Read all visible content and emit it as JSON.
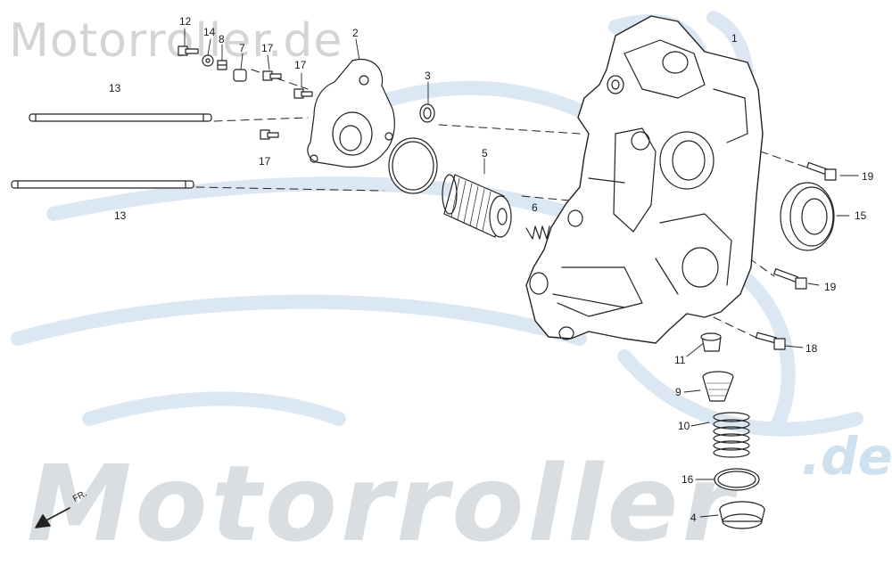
{
  "watermark": {
    "top_text": "Motorroller.de",
    "bottom_text": "Motorroller",
    "bottom_suffix": ".de"
  },
  "callouts": [
    {
      "id": "1",
      "text": "1"
    },
    {
      "id": "2",
      "text": "2"
    },
    {
      "id": "3",
      "text": "3"
    },
    {
      "id": "4",
      "text": "4"
    },
    {
      "id": "5",
      "text": "5"
    },
    {
      "id": "6",
      "text": "6"
    },
    {
      "id": "7",
      "text": "7"
    },
    {
      "id": "8",
      "text": "8"
    },
    {
      "id": "9",
      "text": "9"
    },
    {
      "id": "10",
      "text": "10"
    },
    {
      "id": "11",
      "text": "11"
    },
    {
      "id": "12",
      "text": "12"
    },
    {
      "id": "13a",
      "text": "13"
    },
    {
      "id": "13b",
      "text": "13"
    },
    {
      "id": "14",
      "text": "14"
    },
    {
      "id": "15",
      "text": "15"
    },
    {
      "id": "16",
      "text": "16"
    },
    {
      "id": "17a",
      "text": "17"
    },
    {
      "id": "17b",
      "text": "17"
    },
    {
      "id": "17c",
      "text": "17"
    },
    {
      "id": "18",
      "text": "18"
    },
    {
      "id": "19a",
      "text": "19"
    },
    {
      "id": "19b",
      "text": "19"
    }
  ],
  "direction_marker": {
    "text": "FR.",
    "icon": "arrow-down-left-icon"
  },
  "colors": {
    "line": "#222222",
    "watermark_blue": "#d6e6f3",
    "watermark_gray": "#d9dee2"
  }
}
